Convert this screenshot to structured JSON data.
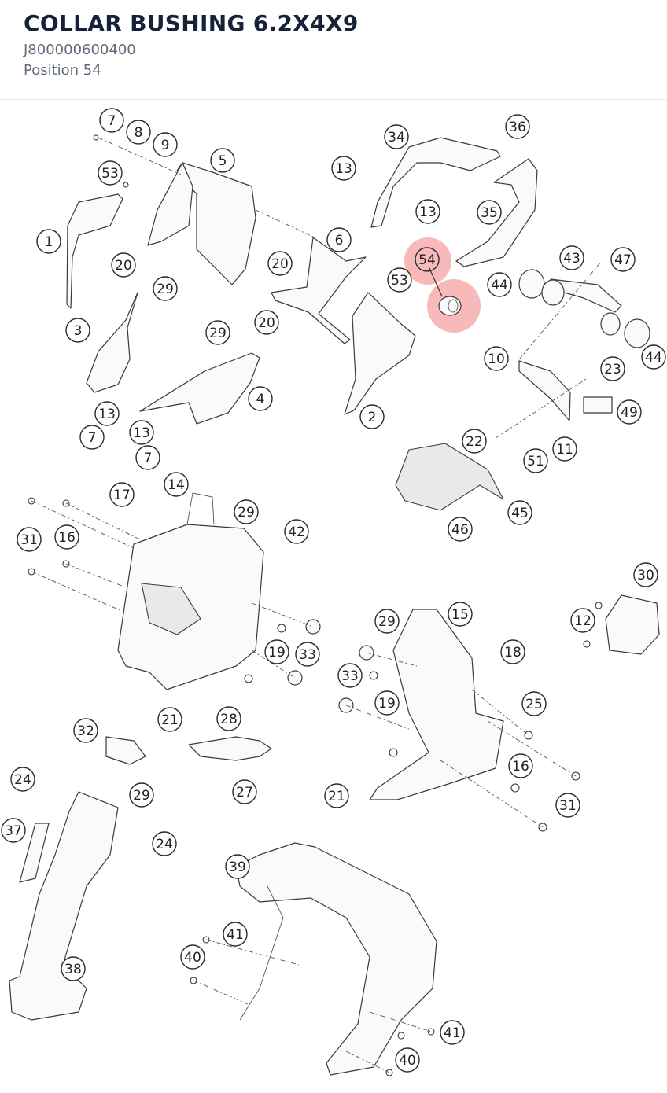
{
  "header": {
    "title": "COLLAR BUSHING 6.2X4X9",
    "part_number": "J800000600400",
    "position": "Position 54"
  },
  "highlight": {
    "position": "54",
    "color": "#f08080"
  },
  "callouts": [
    "7",
    "8",
    "9",
    "53",
    "5",
    "1",
    "20",
    "29",
    "3",
    "13",
    "7",
    "6",
    "20",
    "53",
    "34",
    "13",
    "36",
    "13",
    "35",
    "54",
    "43",
    "47",
    "44",
    "44",
    "29",
    "20",
    "4",
    "2",
    "13",
    "7",
    "10",
    "23",
    "49",
    "22",
    "11",
    "51",
    "17",
    "14",
    "29",
    "31",
    "16",
    "42",
    "45",
    "46",
    "30",
    "12",
    "15",
    "29",
    "18",
    "19",
    "33",
    "33",
    "19",
    "25",
    "21",
    "28",
    "32",
    "16",
    "31",
    "24",
    "29",
    "27",
    "21",
    "37",
    "24",
    "39",
    "41",
    "40",
    "41",
    "40",
    "38"
  ]
}
